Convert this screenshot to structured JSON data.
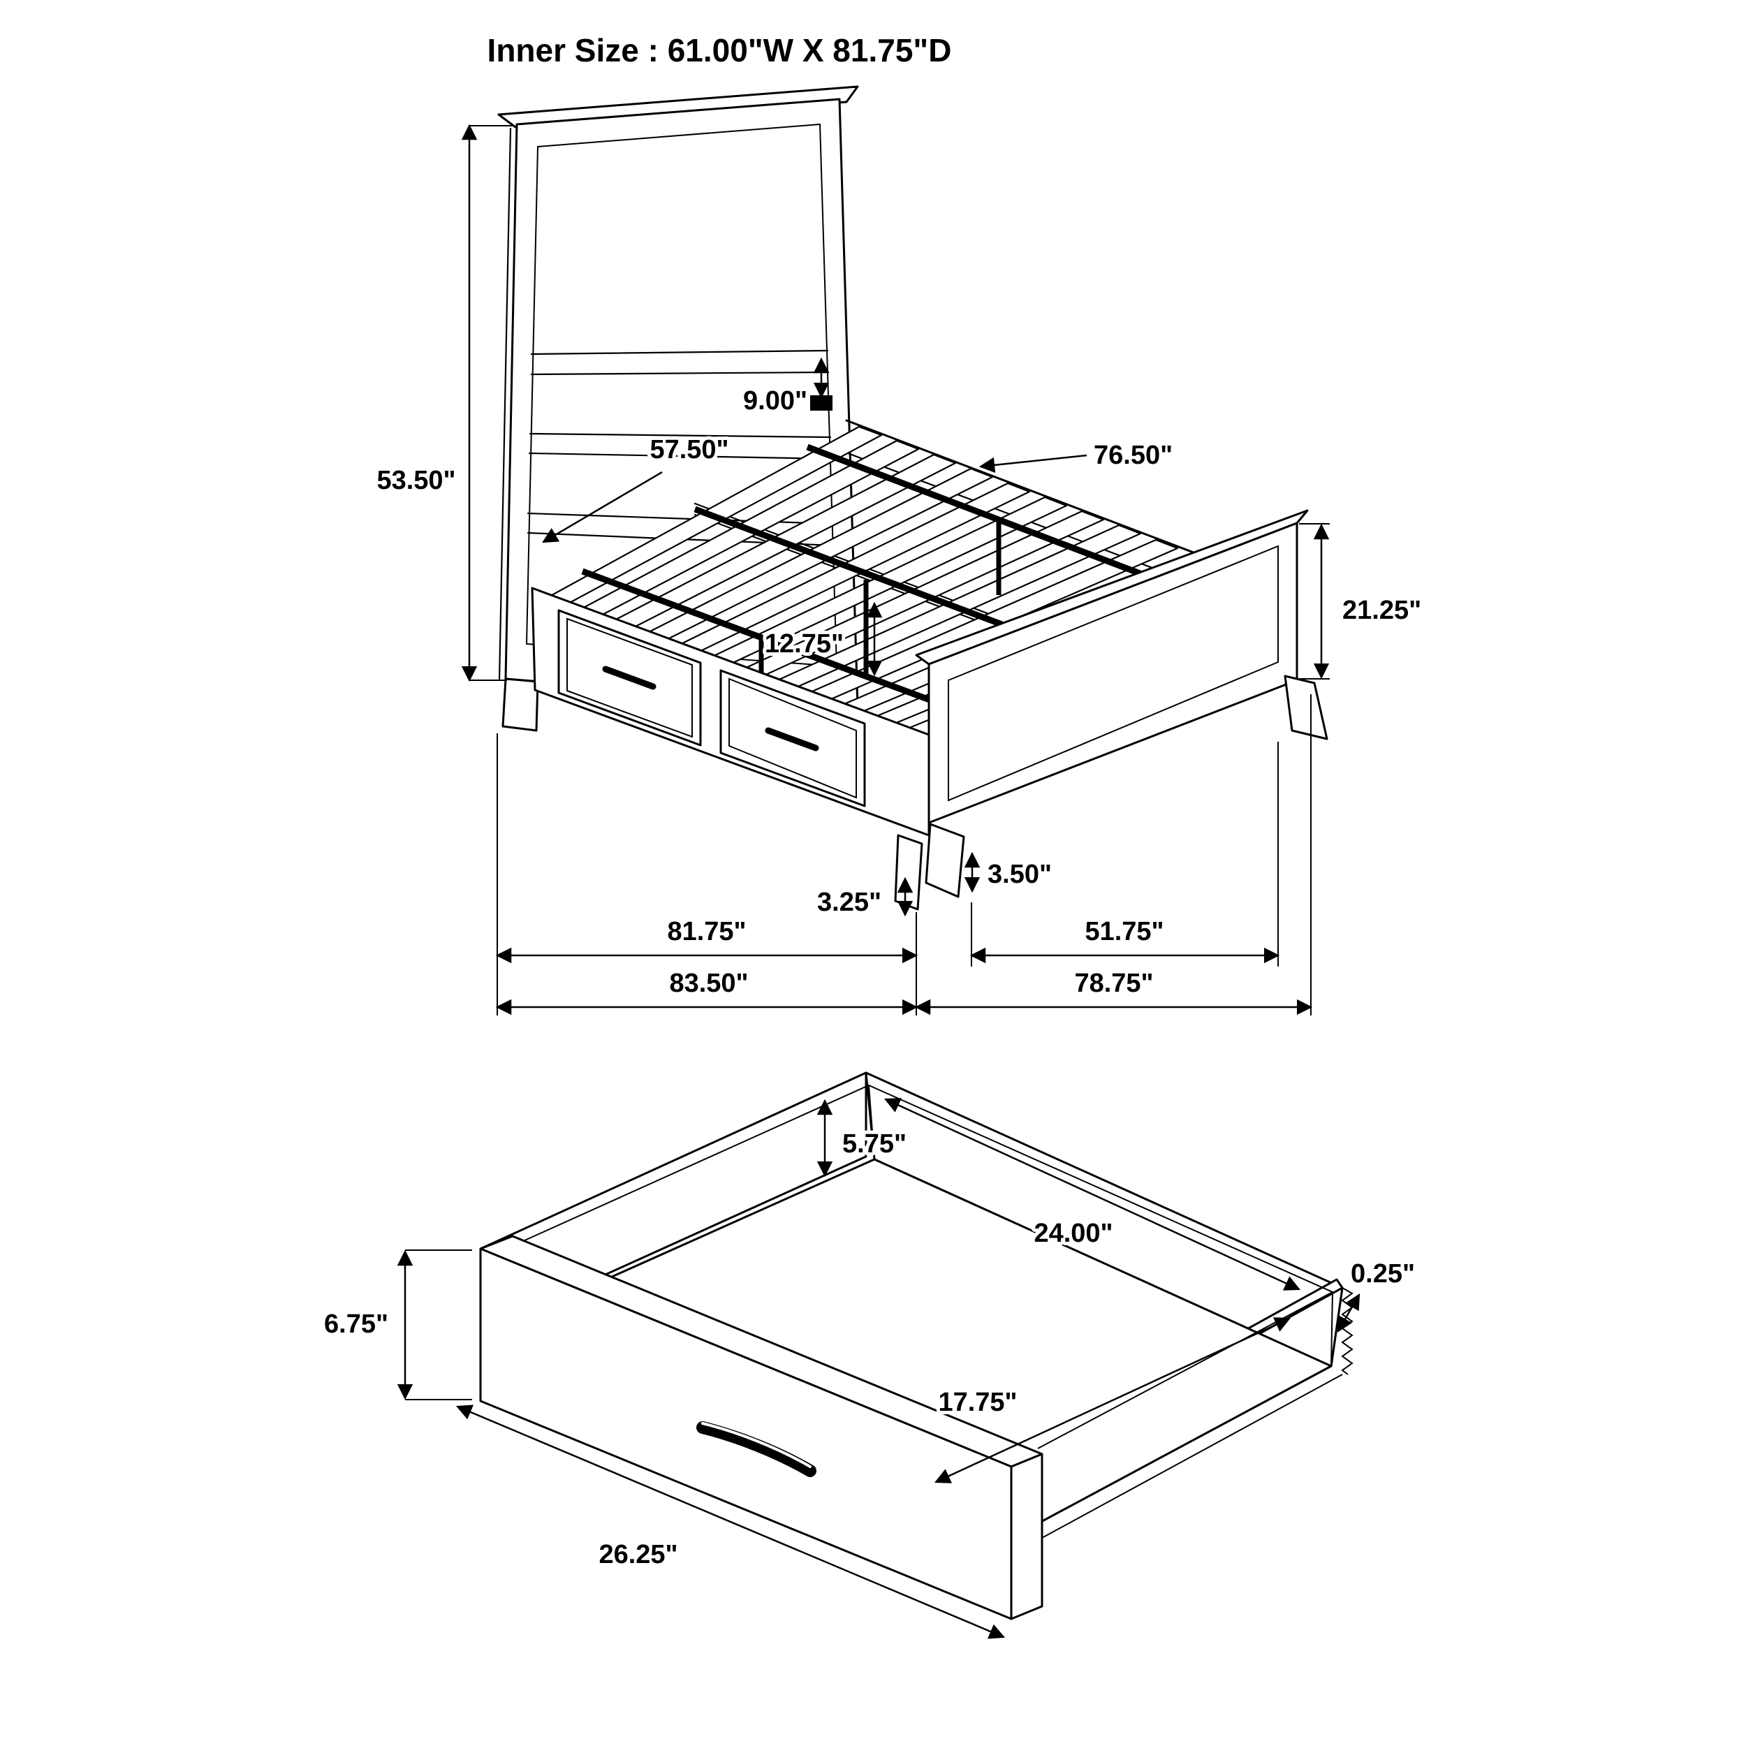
{
  "title": "Inner Size : 61.00\"W X 81.75\"D",
  "bed": {
    "headboard_height": "53.50\"",
    "headboard_to_slat_gap": "9.00\"",
    "inner_width": "57.50\"",
    "support_rail_length": "76.50\"",
    "footboard_height": "21.25\"",
    "under_bed_clearance": "12.75\"",
    "side_leg_height": "3.25\"",
    "foot_leg_height": "3.50\"",
    "inner_depth": "81.75\"",
    "footboard_span": "51.75\"",
    "overall_depth": "83.50\"",
    "overall_width": "78.75\""
  },
  "drawer": {
    "inner_height": "5.75\"",
    "inner_depth": "24.00\"",
    "front_height": "6.75\"",
    "side_thickness": "0.25\"",
    "inner_width": "17.75\"",
    "front_width": "26.25\""
  }
}
